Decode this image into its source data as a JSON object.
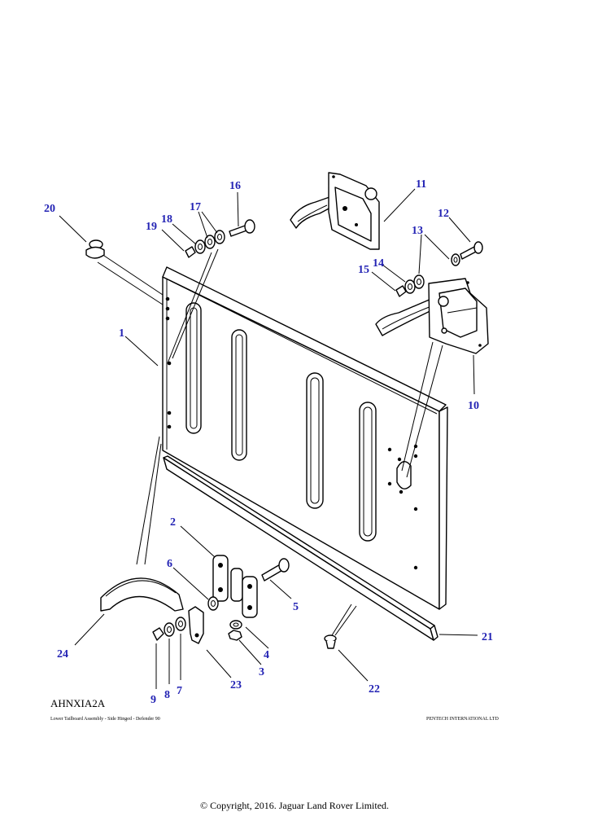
{
  "diagram": {
    "reference_code": "AHNXIA2A",
    "caption": "Lower Tailboard Assembly - Side Hinged - Defender 90",
    "publisher": "PENTECH INTERNATIONAL LTD",
    "copyright": "© Copyright, 2016. Jaguar Land Rover Limited.",
    "callouts": [
      "1",
      "2",
      "3",
      "4",
      "5",
      "6",
      "7",
      "8",
      "9",
      "10",
      "11",
      "12",
      "13",
      "14",
      "15",
      "16",
      "17",
      "18",
      "19",
      "20",
      "21",
      "22",
      "23",
      "24"
    ]
  }
}
